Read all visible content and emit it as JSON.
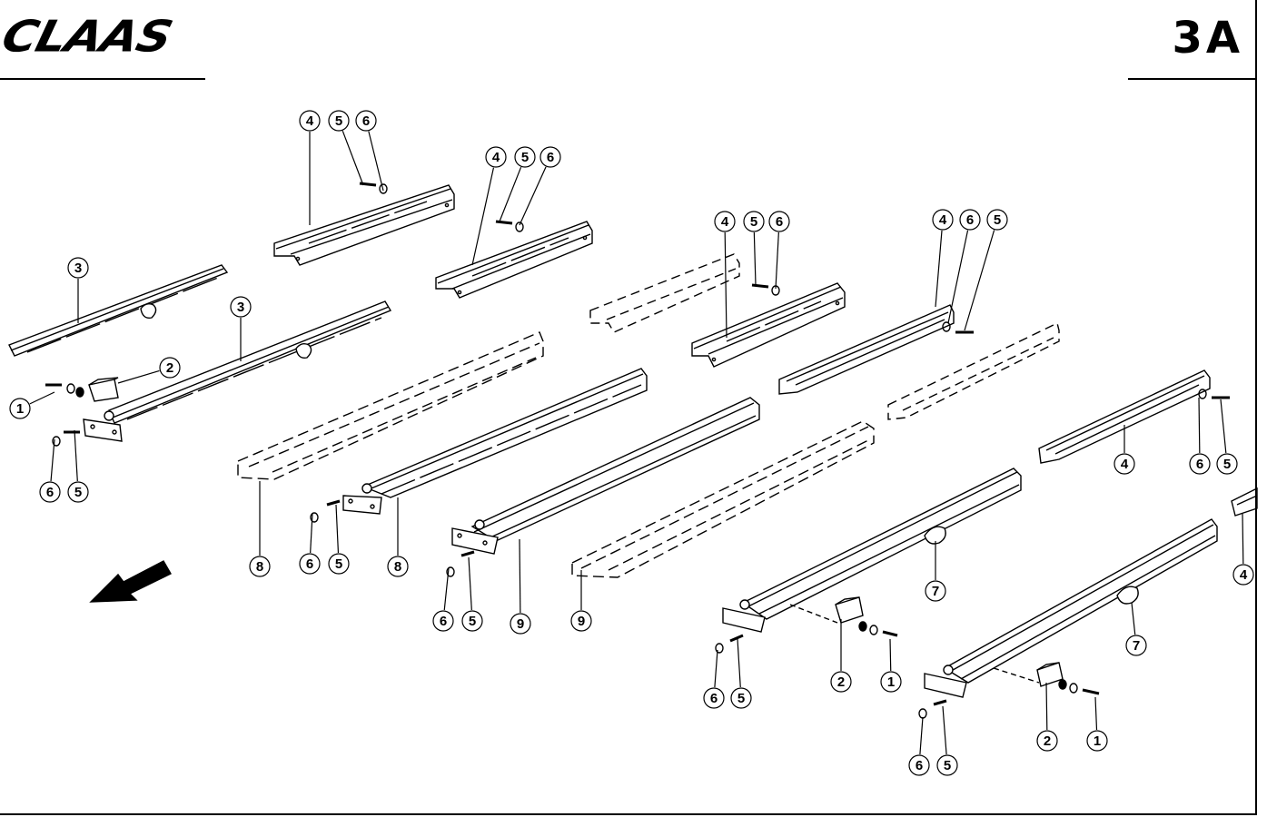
{
  "header": {
    "brand": "CLAAS",
    "page_code": "3A"
  },
  "diagram": {
    "callouts": [
      {
        "label": "1"
      },
      {
        "label": "2"
      },
      {
        "label": "3"
      },
      {
        "label": "3"
      },
      {
        "label": "4"
      },
      {
        "label": "5"
      },
      {
        "label": "6"
      },
      {
        "label": "4"
      },
      {
        "label": "5"
      },
      {
        "label": "6"
      },
      {
        "label": "4"
      },
      {
        "label": "5"
      },
      {
        "label": "6"
      },
      {
        "label": "4"
      },
      {
        "label": "6"
      },
      {
        "label": "5"
      },
      {
        "label": "6"
      },
      {
        "label": "5"
      },
      {
        "label": "8"
      },
      {
        "label": "6"
      },
      {
        "label": "5"
      },
      {
        "label": "8"
      },
      {
        "label": "6"
      },
      {
        "label": "5"
      },
      {
        "label": "9"
      },
      {
        "label": "9"
      },
      {
        "label": "4"
      },
      {
        "label": "6"
      },
      {
        "label": "5"
      },
      {
        "label": "7"
      },
      {
        "label": "2"
      },
      {
        "label": "1"
      },
      {
        "label": "6"
      },
      {
        "label": "5"
      },
      {
        "label": "7"
      },
      {
        "label": "2"
      },
      {
        "label": "1"
      },
      {
        "label": "6"
      },
      {
        "label": "5"
      },
      {
        "label": "4"
      }
    ]
  }
}
